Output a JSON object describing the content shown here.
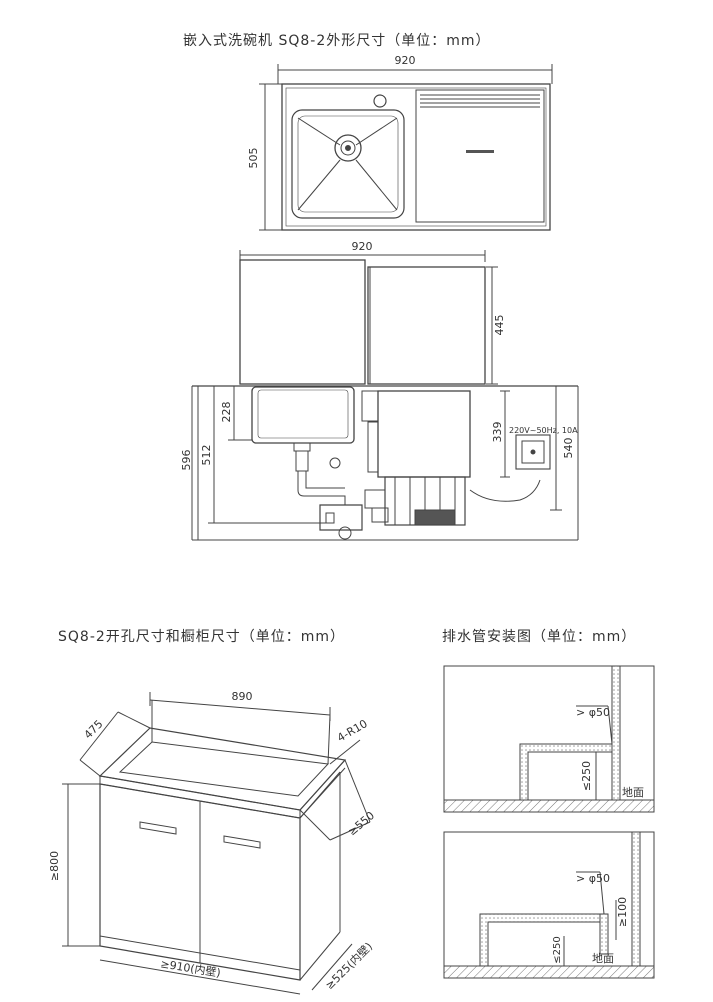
{
  "titles": {
    "main": "嵌入式洗碗机 SQ8-2外形尺寸（单位：mm）",
    "cutout": "SQ8-2开孔尺寸和橱柜尺寸（单位：mm）",
    "drain": "排水管安装图（单位：mm）"
  },
  "top_view": {
    "width_label": "920",
    "depth_label": "505"
  },
  "side_view": {
    "width_label": "920",
    "upper_height_label": "445",
    "total_height_label": "596",
    "drain_height_label": "512",
    "sink_depth_label": "228",
    "machine_height_label": "339",
    "right_height_label": "540",
    "socket_label": "220V~50Hz, 10A"
  },
  "cabinet": {
    "cutout_width_label": "890",
    "cutout_depth_label": "475",
    "corner_radius_label": "4-R10",
    "cabinet_depth_label": "≥550",
    "cabinet_height_label": "≥800",
    "inner_width_label": "≥910(内壁)",
    "inner_depth_label": "≥525(内壁)"
  },
  "drain_1": {
    "pipe_label": "> φ50",
    "height_label": "≤250",
    "floor_label": "地面"
  },
  "drain_2": {
    "pipe_label": "> φ50",
    "side_label": "≥100",
    "height_label": "≤250",
    "floor_label": "地面"
  }
}
